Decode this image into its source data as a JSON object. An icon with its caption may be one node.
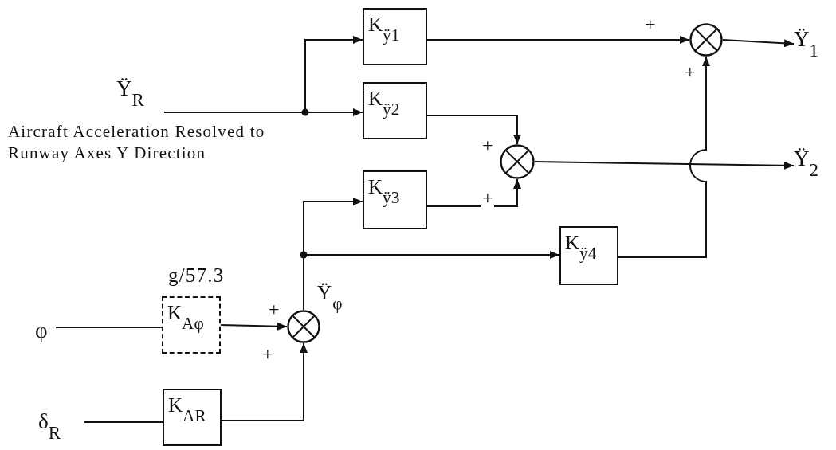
{
  "diagram": {
    "nodes": [
      {
        "text": [
          "Ÿ$_{R}$"
        ],
        "beside": [
          "Aircraft Acceleration Resolved to Runway Axes Y Direction"
        ]
      },
      {
        "text": [
          "K$_{ÿ1}$"
        ]
      },
      {
        "text": [
          "K$_{ÿ2}$"
        ]
      },
      {
        "text": [
          "K$_{ÿ3}$"
        ]
      },
      {
        "text": [
          "K$_{ÿ4}$"
        ]
      },
      {
        "text": [],
        "shape": "circle"
      },
      {
        "text": [],
        "shape": "circle"
      },
      {
        "text": [
          "Ÿ$_{1}$"
        ]
      },
      {
        "text": [
          "Ÿ$_{2}$"
        ]
      },
      {
        "text": [
          "φ"
        ]
      },
      {
        "text": [
          "δ$_{R}$"
        ]
      },
      {
        "text": [
          "K$_{Aφ}$"
        ],
        "beside": [
          "g/57.3"
        ]
      },
      {
        "text": [
          "K$_{AR}$"
        ]
      },
      {
        "text": [],
        "shape": "circle",
        "beside": [
          "Ÿ$_{φ}$"
        ]
      }
    ],
    "edges": [
      {
        "from": 0,
        "to": 1,
        "arrow": "to"
      },
      {
        "from": 0,
        "to": 2,
        "arrow": "to"
      },
      {
        "from": 1,
        "to": 5,
        "arrow": "to",
        "label": "+"
      },
      {
        "from": 2,
        "to": 6,
        "arrow": "to",
        "label": "+"
      },
      {
        "from": 3,
        "to": 6,
        "arrow": "to",
        "label": "+"
      },
      {
        "from": 4,
        "to": 5,
        "arrow": "to",
        "label": "+"
      },
      {
        "from": 5,
        "to": 7,
        "arrow": "to"
      },
      {
        "from": 6,
        "to": 8,
        "arrow": "to"
      },
      {
        "from": 9,
        "to": 11,
        "arrow": "none"
      },
      {
        "from": 10,
        "to": 12,
        "arrow": "none"
      },
      {
        "from": 11,
        "to": 13,
        "arrow": "to",
        "label": "+"
      },
      {
        "from": 12,
        "to": 13,
        "arrow": "to",
        "label": "+"
      },
      {
        "from": 13,
        "to": 3,
        "arrow": "to"
      },
      {
        "from": 13,
        "to": 4,
        "arrow": "to"
      }
    ]
  }
}
